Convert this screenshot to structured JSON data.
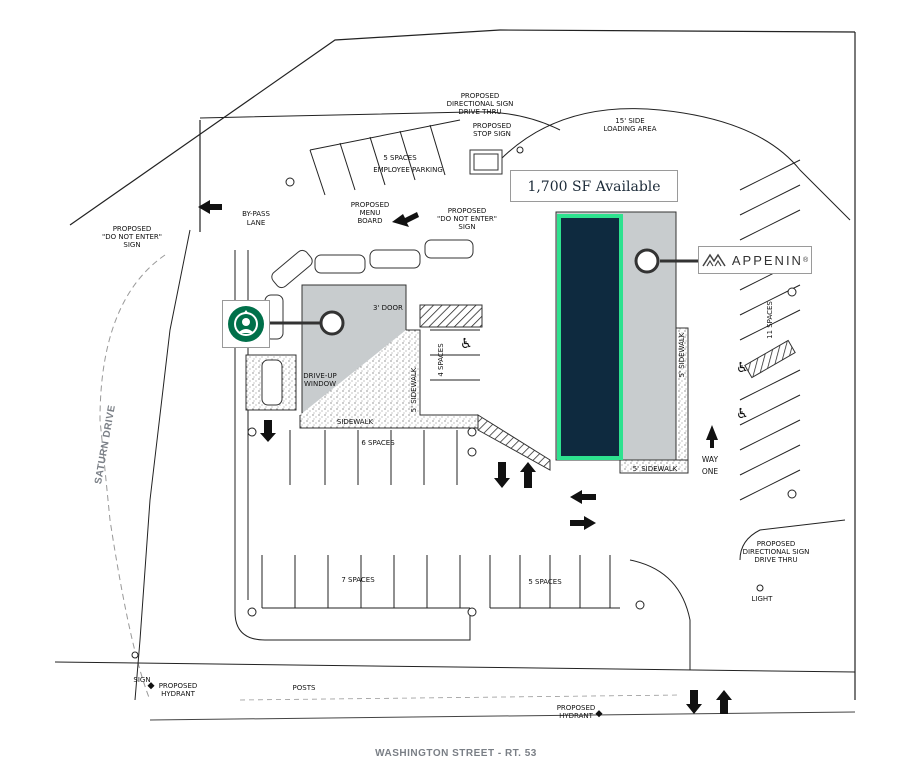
{
  "available_space": "1,700 SF Available",
  "tenant_logo": {
    "name": "APPENIN",
    "mark": "®"
  },
  "street_label": "WASHINGTON STREET - RT. 53",
  "road_label": "SATURN DRIVE",
  "plan_labels": {
    "proposed_dir_sign_top": [
      "PROPOSED",
      "DIRECTIONAL SIGN",
      "DRIVE THRU"
    ],
    "proposed_stop_sign": [
      "PROPOSED",
      "STOP SIGN"
    ],
    "side_loading": [
      "15' SIDE",
      "LOADING AREA"
    ],
    "employee_parking": [
      "5 SPACES",
      "EMPLOYEE PARKING"
    ],
    "bypass_lane": [
      "BY-PASS",
      "LANE"
    ],
    "menu_board": [
      "PROPOSED",
      "MENU",
      "BOARD"
    ],
    "do_not_enter_left": [
      "PROPOSED",
      "\"DO NOT ENTER\"",
      "SIGN"
    ],
    "do_not_enter_center": [
      "PROPOSED",
      "\"DO NOT ENTER\"",
      "SIGN"
    ],
    "door": "3' DOOR",
    "drive_up_window": [
      "DRIVE-UP",
      "WINDOW"
    ],
    "four_spaces": "4 SPACES",
    "sidewalk_vertical_left": "5' SIDEWALK",
    "sidewalk_bottom": "SIDEWALK",
    "six_spaces": "6 SPACES",
    "seven_spaces": "7 SPACES",
    "five_spaces_bottom": "5 SPACES",
    "sidewalk_right_vertical": "5' SIDEWALK",
    "sidewalk_right_bottom": "5' SIDEWALK",
    "eleven_spaces": "11 SPACES",
    "one_way": [
      "ONE",
      "WAY"
    ],
    "proposed_dir_sign_right": [
      "PROPOSED",
      "DIRECTIONAL SIGN",
      "DRIVE THRU"
    ],
    "light": "LIGHT",
    "proposed_hydrant_left": [
      "PROPOSED",
      "HYDRANT"
    ],
    "sign_label": [
      "SIGN"
    ],
    "posts": "POSTS",
    "proposed_hydrant_bottom": [
      "PROPOSED",
      "HYDRANT"
    ]
  },
  "colors": {
    "highlight_fill": "#0e2a3f",
    "highlight_border": "#2ee28f",
    "building": "#c8ccce",
    "starbucks_green": "#00704a"
  }
}
